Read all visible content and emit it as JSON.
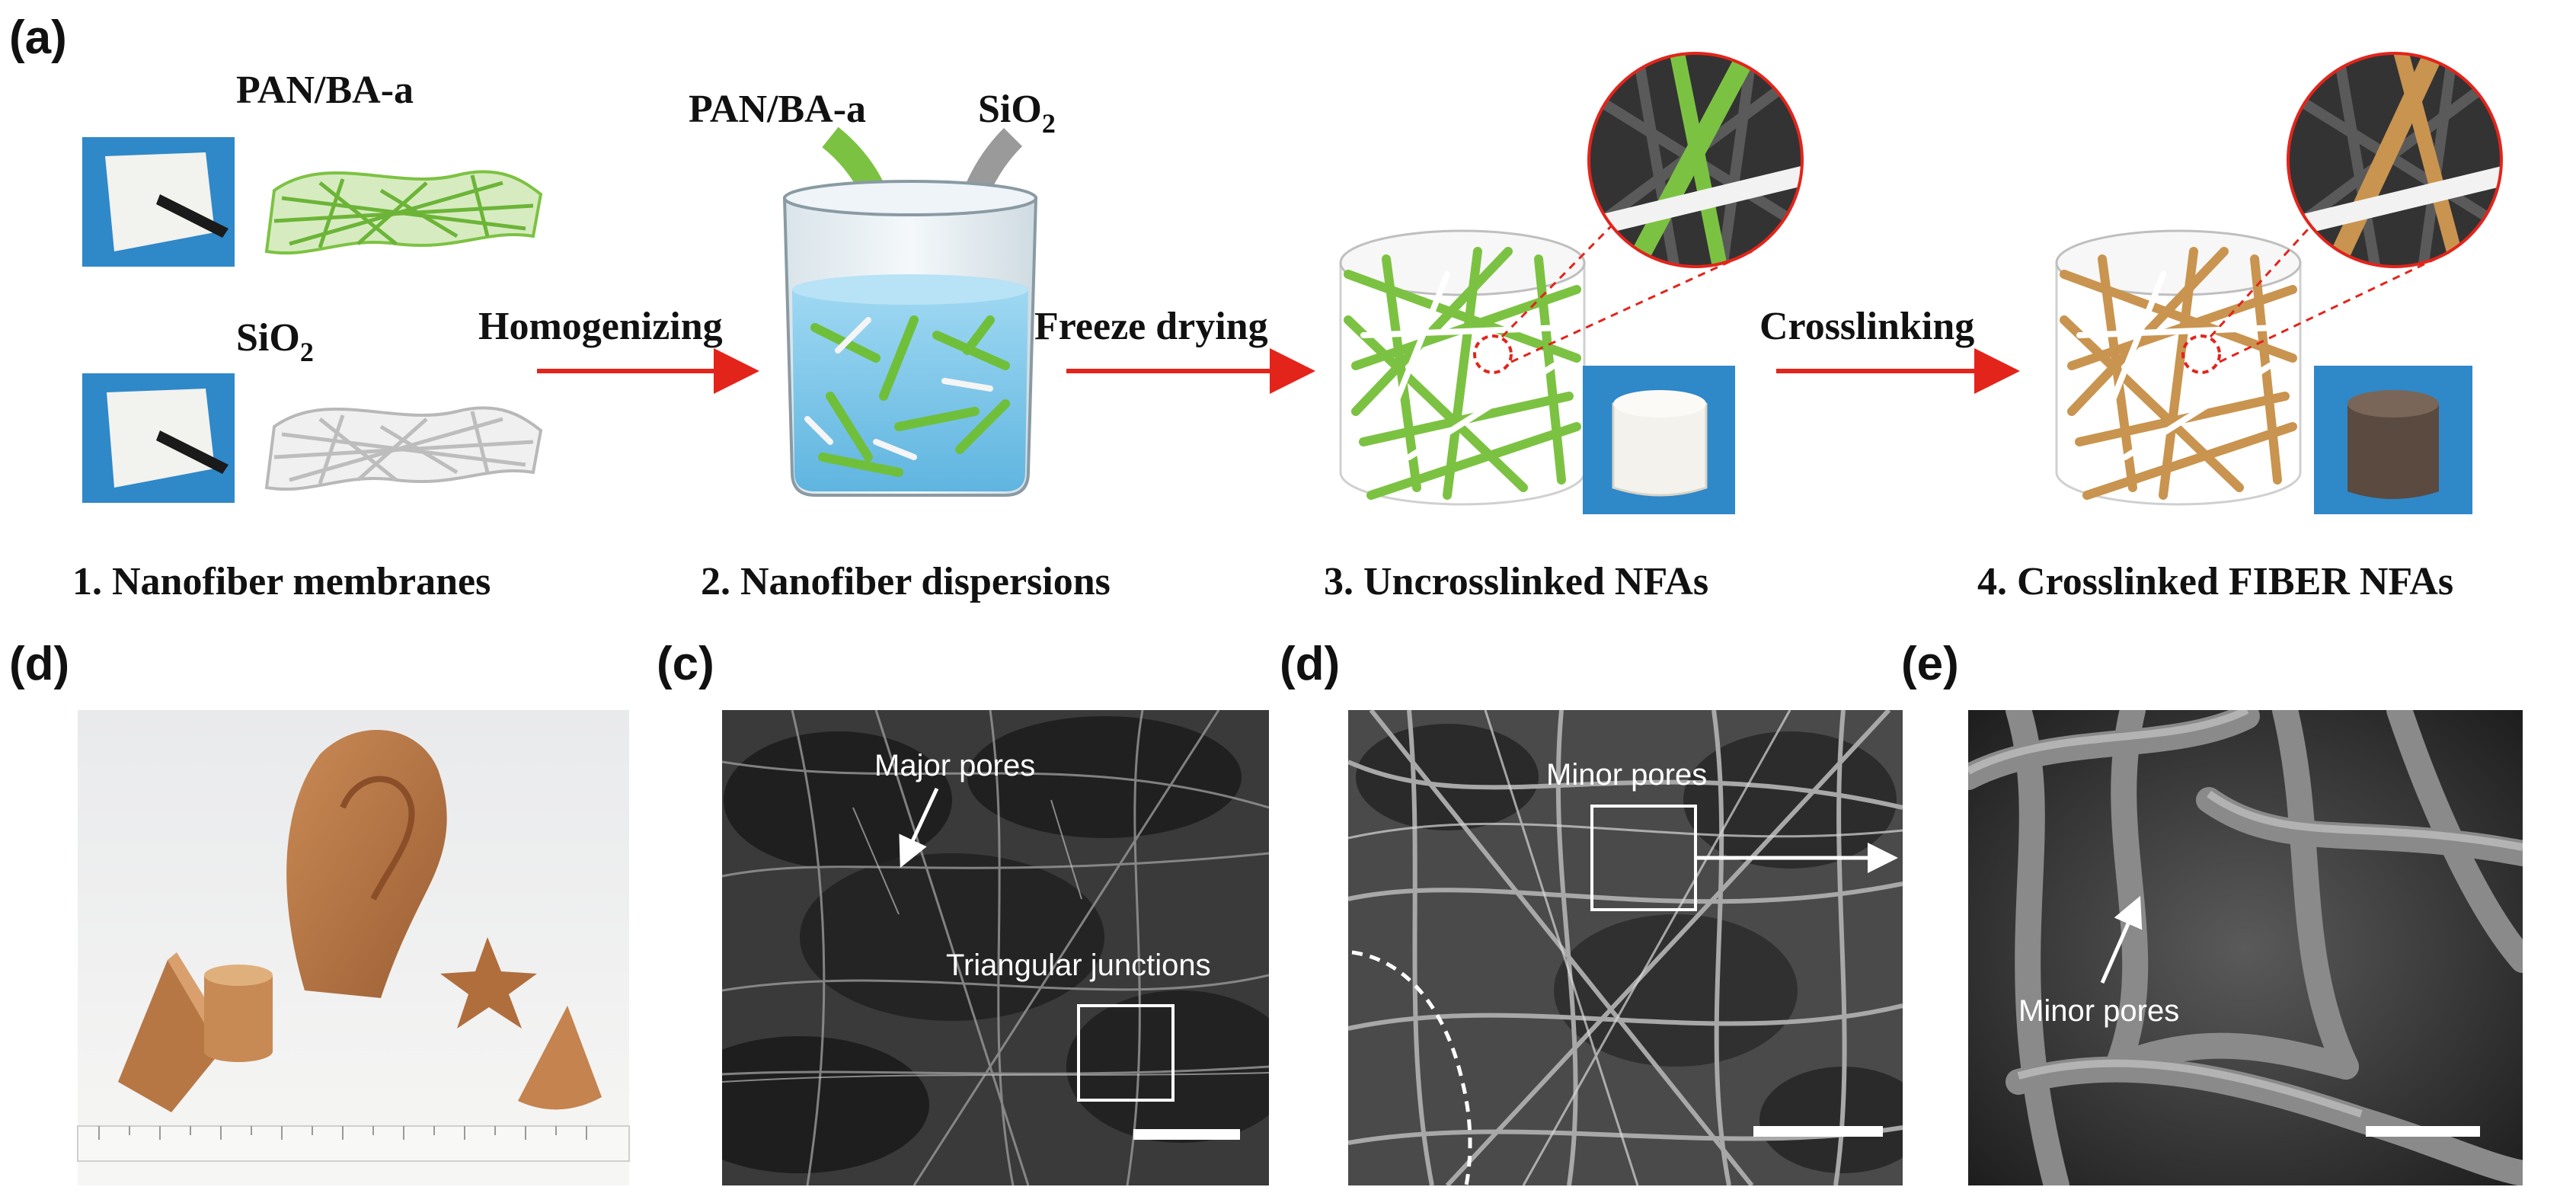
{
  "panels": {
    "a": "(a)",
    "d1": "(d)",
    "c": "(c)",
    "d2": "(d)",
    "e": "(e)"
  },
  "schematic": {
    "membrane_top_label": "PAN/BA-a",
    "membrane_bottom_label_main": "SiO",
    "membrane_bottom_label_sub": "2",
    "beaker_input_left": "PAN/BA-a",
    "beaker_input_right_main": "SiO",
    "beaker_input_right_sub": "2",
    "arrows": [
      {
        "label": "Homogenizing"
      },
      {
        "label": "Freeze drying"
      },
      {
        "label": "Crosslinking"
      }
    ],
    "steps": [
      "1. Nanofiber membranes",
      "2. Nanofiber dispersions",
      "3. Uncrosslinked NFAs",
      "4. Crosslinked FIBER NFAs"
    ]
  },
  "sem": {
    "c_major": "Major pores",
    "c_junction": "Triangular junctions",
    "d_minor": "Minor pores",
    "e_minor": "Minor pores"
  },
  "colors": {
    "arrow_red": "#e3241b",
    "fiber_green": "#7cc242",
    "fiber_tan": "#c9944f",
    "water_blue": "#7ec8ea",
    "photo_blue": "#2f88c8"
  }
}
